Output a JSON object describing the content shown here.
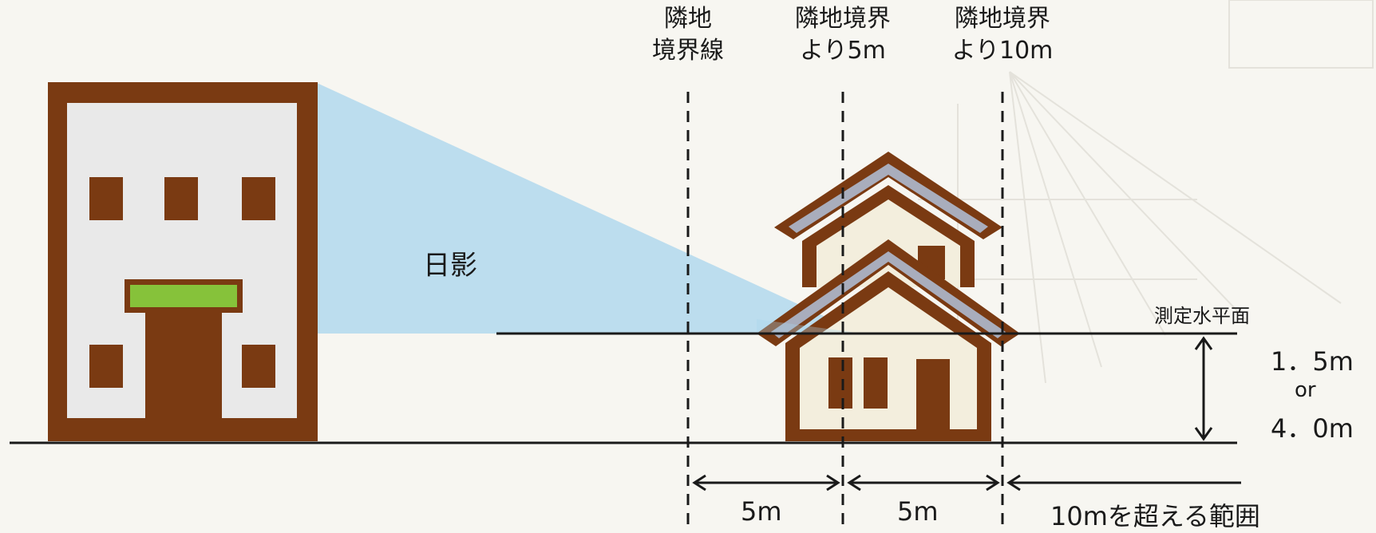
{
  "labels": {
    "shadow": "日影",
    "boundary_line": "隣地\n境界線",
    "boundary_5m": "隣地境界\nより5m",
    "boundary_10m": "隣地境界\nより10m",
    "measurement_plane": "測定水平面",
    "height_1": "1．5m",
    "height_or": "or",
    "height_2": "4．0m",
    "dist_1": "5m",
    "dist_2": "5m",
    "dist_range": "10mを超える範囲"
  },
  "colors": {
    "building_brown": "#7a3a12",
    "building_fill": "#e9e9e9",
    "house_fill": "#f3eedd",
    "roof_gray": "#a9adbc",
    "shadow_blue": "#a8d4ec",
    "entrance_green": "#86c23a",
    "line": "#1a1a1a"
  }
}
